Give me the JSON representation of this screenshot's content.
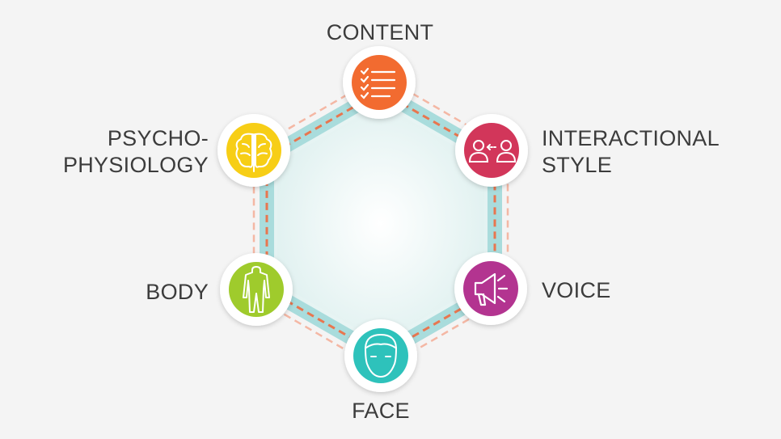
{
  "nodes": [
    {
      "id": "content",
      "lines": [
        "CONTENT"
      ],
      "color": "#f26b30",
      "icon": "checklist-icon"
    },
    {
      "id": "interactional-style",
      "lines": [
        "INTERACTIONAL",
        "STYLE"
      ],
      "color": "#d2365a",
      "icon": "conversation-icon"
    },
    {
      "id": "voice",
      "lines": [
        "VOICE"
      ],
      "color": "#b33490",
      "icon": "megaphone-icon"
    },
    {
      "id": "face",
      "lines": [
        "FACE"
      ],
      "color": "#2ec2bb",
      "icon": "face-icon"
    },
    {
      "id": "body",
      "lines": [
        "BODY"
      ],
      "color": "#9fcb2c",
      "icon": "body-suit-icon"
    },
    {
      "id": "psycho-physiology",
      "lines": [
        "PSYCHO-",
        "PHYSIOLOGY"
      ],
      "color": "#f7ce16",
      "icon": "brain-icon"
    }
  ],
  "colors": {
    "background": "#f4f4f4",
    "ring": "#a9dcdc",
    "dashes": "#ee8766",
    "hex_fill": "#e6f4f3"
  }
}
